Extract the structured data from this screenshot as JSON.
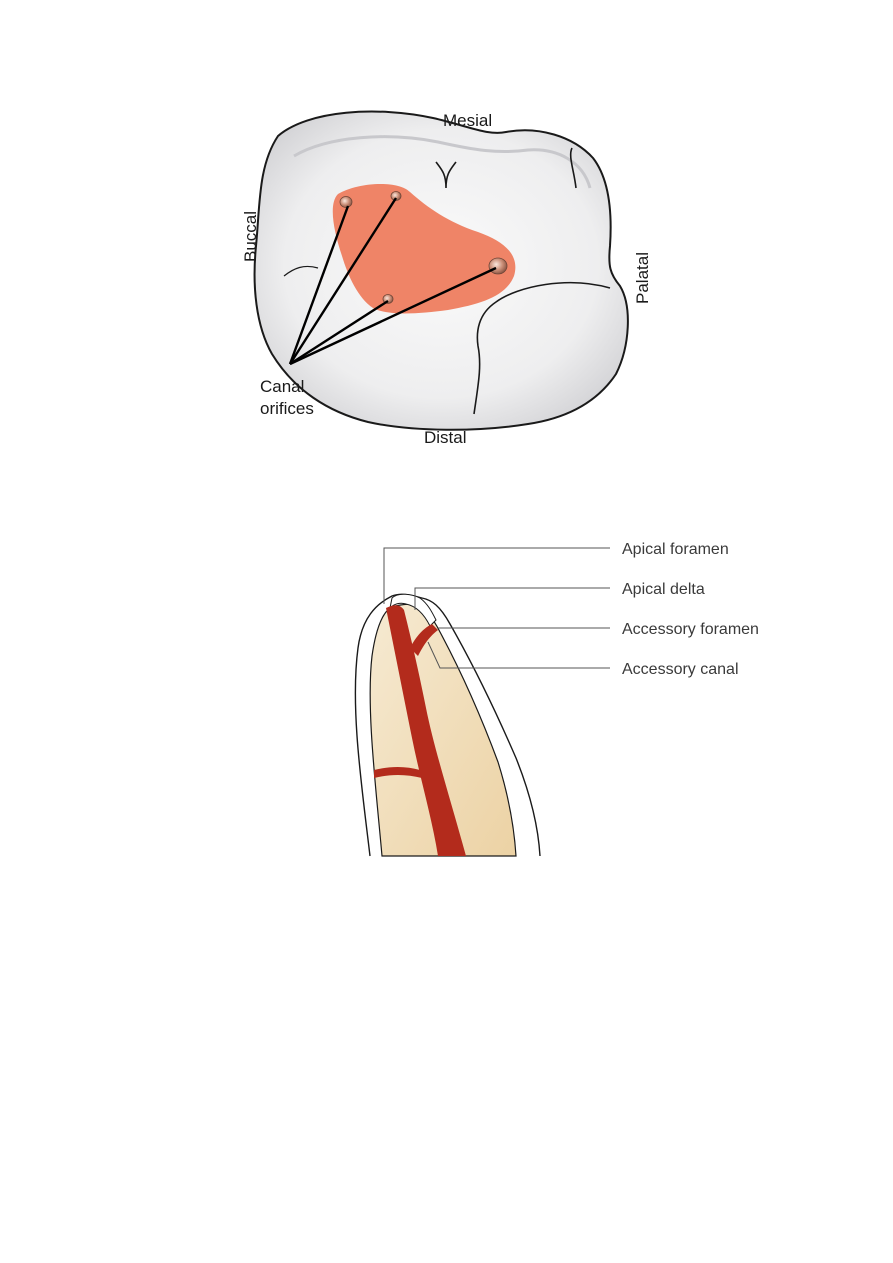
{
  "molar_figure": {
    "labels": {
      "mesial": "Mesial",
      "distal": "Distal",
      "buccal": "Buccal",
      "palatal": "Palatal",
      "canal_orifices_line1": "Canal",
      "canal_orifices_line2": "orifices"
    },
    "colors": {
      "enamel": "#e9e9eb",
      "pulp_floor": "#ef8467",
      "orifice": "#b87a64"
    }
  },
  "apex_figure": {
    "labels": {
      "apical_foramen": "Apical foramen",
      "apical_delta": "Apical delta",
      "accessory_foramen": "Accessory foramen",
      "accessory_canal": "Accessory canal"
    },
    "colors": {
      "dentin": "#f1dfbd",
      "canal": "#b32b1c",
      "cementum": "#ffffff"
    }
  }
}
